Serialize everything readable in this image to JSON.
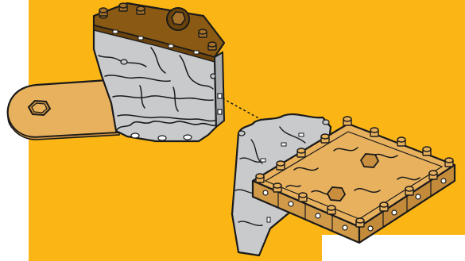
{
  "illustration": {
    "background_color": "#FBB616",
    "stone_color": "#C8CACB",
    "stone_dark_color": "#A9ABAD",
    "wood_top_color": "#8A5A14",
    "tan_color": "#E8B15E",
    "tan_dark_color": "#D19A48",
    "outline_color": "#1A1A1A",
    "parts": [
      "stone-tower-block",
      "tan-hinge-tab",
      "tan-terrain-tile",
      "stone-side-block"
    ]
  }
}
